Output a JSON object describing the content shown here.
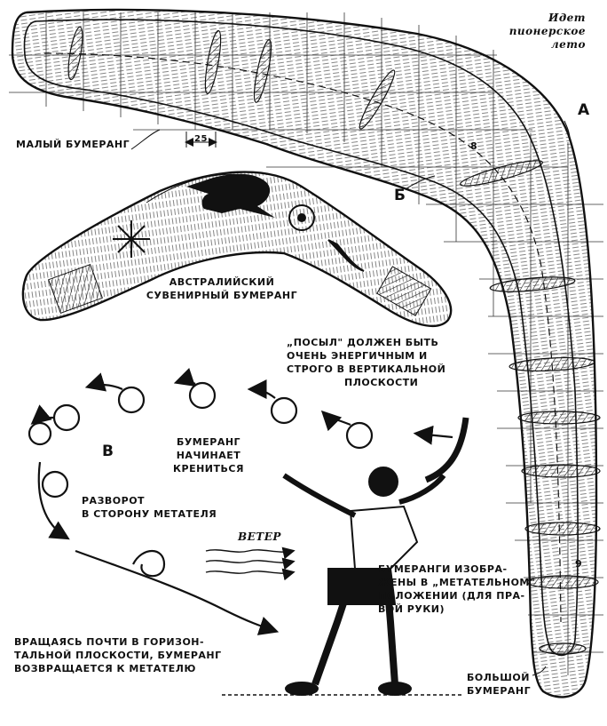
{
  "labels": {
    "magazine_tag_line1": "Идет",
    "magazine_tag_line2": "пионерское",
    "magazine_tag_line3": "лето",
    "small_boomerang": "МАЛЫЙ БУМЕРАНГ",
    "dimension_25": "25",
    "marker_a": "А",
    "marker_b_upper": "Б",
    "dimension_8": "8",
    "dimension_9": "9",
    "australian_line1": "АВСТРАЛИЙСКИЙ",
    "australian_line2": "СУВЕНИРНЫЙ БУМЕРАНГ",
    "throw_line1": "„ПОСЫЛ\" ДОЛЖЕН БЫТЬ",
    "throw_line2": "ОЧЕНЬ ЭНЕРГИЧНЫМ И",
    "throw_line3": "СТРОГО В ВЕРТИКАЛЬНОЙ",
    "throw_line4": "ПЛОСКОСТИ",
    "marker_v": "В",
    "tilt_line1": "БУМЕРАНГ",
    "tilt_line2": "НАЧИНАЕТ",
    "tilt_line3": "КРЕНИТЬСЯ",
    "turn_line1": "РАЗВОРОТ",
    "turn_line2": "В СТОРОНУ МЕТАТЕЛЯ",
    "wind": "ВЕТЕР",
    "position_line1": "БУМЕРАНГИ ИЗОБРА-",
    "position_line2": "ЖЕНЫ В „МЕТАТЕЛЬНОМ\"",
    "position_line3": "ПОЛОЖЕНИИ (ДЛЯ ПРА-",
    "position_line4": "ВОЙ РУКИ)",
    "return_line1": "ВРАЩАЯСЬ ПОЧТИ В ГОРИЗОН-",
    "return_line2": "ТАЛЬНОЙ ПЛОСКОСТИ, БУМЕРАНГ",
    "return_line3": "ВОЗВРАЩАЕТСЯ К МЕТАТЕЛЮ",
    "large_line1": "БОЛЬШОЙ",
    "large_line2": "БУМЕРАНГ"
  }
}
